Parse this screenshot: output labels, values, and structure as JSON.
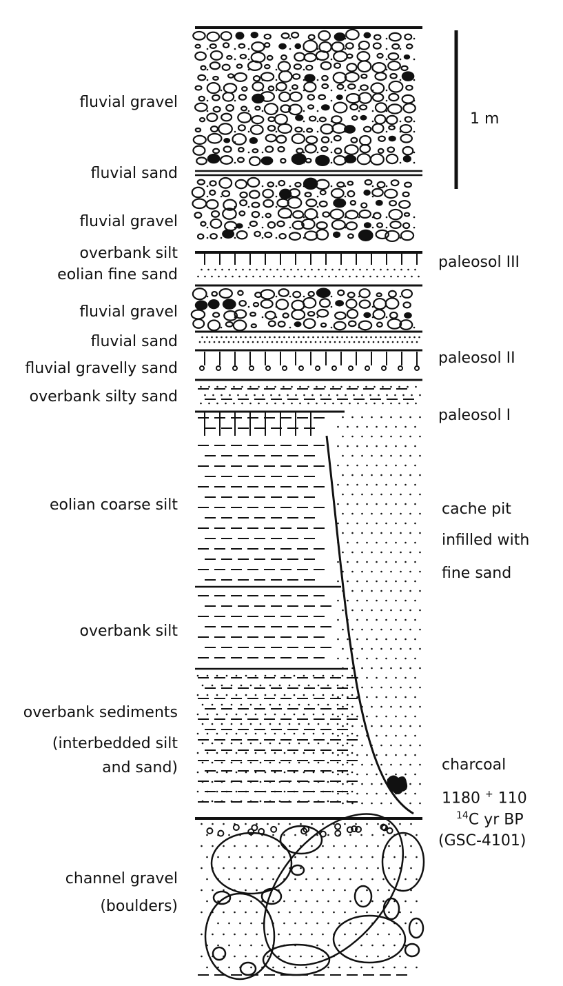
{
  "diagram": {
    "scale_bar": {
      "label": "1 m"
    },
    "left_labels": [
      "fluvial gravel",
      "fluvial sand",
      "fluvial gravel",
      "overbank silt",
      "eolian fine sand",
      "fluvial gravel",
      "fluvial sand",
      "fluvial gravelly sand",
      "overbank silty sand",
      "eolian coarse silt",
      "overbank silt",
      "overbank sediments",
      "(interbedded silt",
      "and sand)",
      "channel gravel",
      "(boulders)"
    ],
    "right_labels": {
      "paleosol_3": "paleosol III",
      "paleosol_2": "paleosol II",
      "paleosol_1": "paleosol I",
      "cache_pit_1": "cache pit",
      "cache_pit_2": "infilled with",
      "cache_pit_3": "fine sand",
      "charcoal": "charcoal",
      "date_value": "1180",
      "date_pm": "+",
      "date_error": "110",
      "c14_sup": "14",
      "c14_text": "C yr BP",
      "lab_code": "(GSC-4101)"
    }
  }
}
